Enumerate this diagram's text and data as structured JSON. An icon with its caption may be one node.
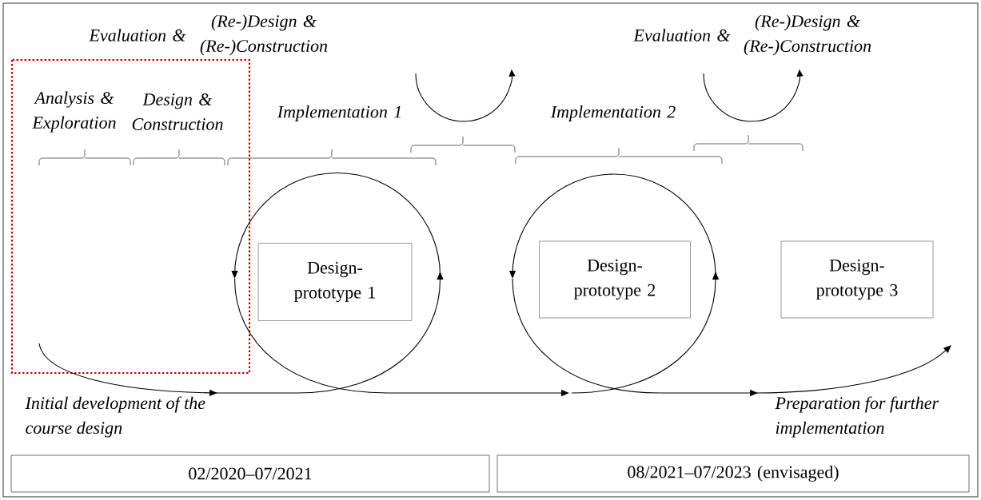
{
  "diagram": {
    "nodes": [
      {
        "text": [
          "Design- prototype 1"
        ]
      },
      {
        "text": [
          "Design- prototype 2"
        ]
      },
      {
        "text": [
          "Design- prototype 3"
        ]
      },
      {
        "text": [
          "02/2020–07/2021"
        ]
      },
      {
        "text": [
          "08/2021–07/2023 (envisaged)"
        ]
      }
    ],
    "labels": [
      "Evaluation &",
      "(Re-)Design & (Re-)Construction",
      "Evaluation &",
      "(Re-)Design & (Re-)Construction",
      "Analysis & Exploration",
      "Design & Construction",
      "Implementation 1",
      "Implementation 2",
      "Initial development of the course design",
      "Preparation for further implementation"
    ]
  }
}
